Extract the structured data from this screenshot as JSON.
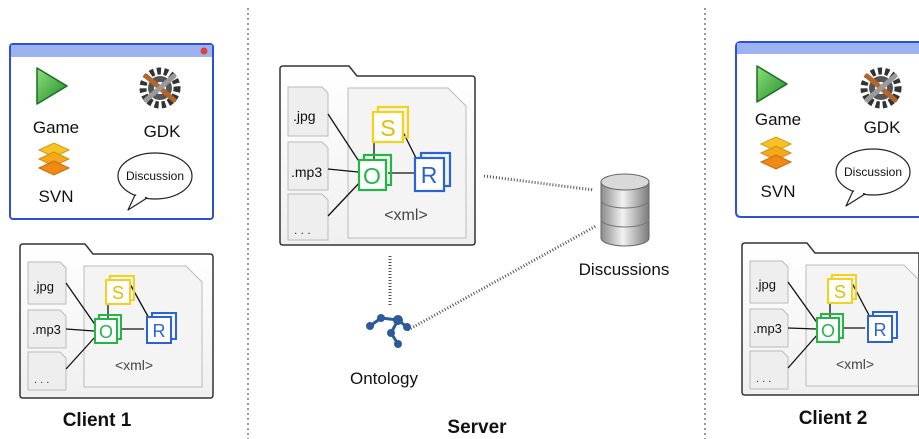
{
  "client1": {
    "window": {
      "game": "Game",
      "gdk": "GDK",
      "svn": "SVN",
      "discussion": "Discussion"
    },
    "folder": {
      "files": [
        ".jpg",
        ".mp3",
        ". . ."
      ],
      "s": "S",
      "o": "O",
      "r": "R",
      "xml": "<xml>"
    },
    "title": "Client 1"
  },
  "server": {
    "folder": {
      "files": [
        ".jpg",
        ".mp3",
        ". . ."
      ],
      "s": "S",
      "o": "O",
      "r": "R",
      "xml": "<xml>"
    },
    "discussions": "Discussions",
    "ontology": "Ontology",
    "title": "Server"
  },
  "client2": {
    "window": {
      "game": "Game",
      "gdk": "GDK",
      "svn": "SVN",
      "discussion": "Discussion"
    },
    "folder": {
      "files": [
        ".jpg",
        ".mp3",
        ". . ."
      ],
      "s": "S",
      "o": "O",
      "r": "R",
      "xml": "<xml>"
    },
    "title": "Client 2"
  },
  "colors": {
    "window_border": "#2f4fd8",
    "window_title": "#9bb3f0",
    "yellow": "#f2d21a",
    "green": "#23b545",
    "blue": "#2a63d6"
  }
}
